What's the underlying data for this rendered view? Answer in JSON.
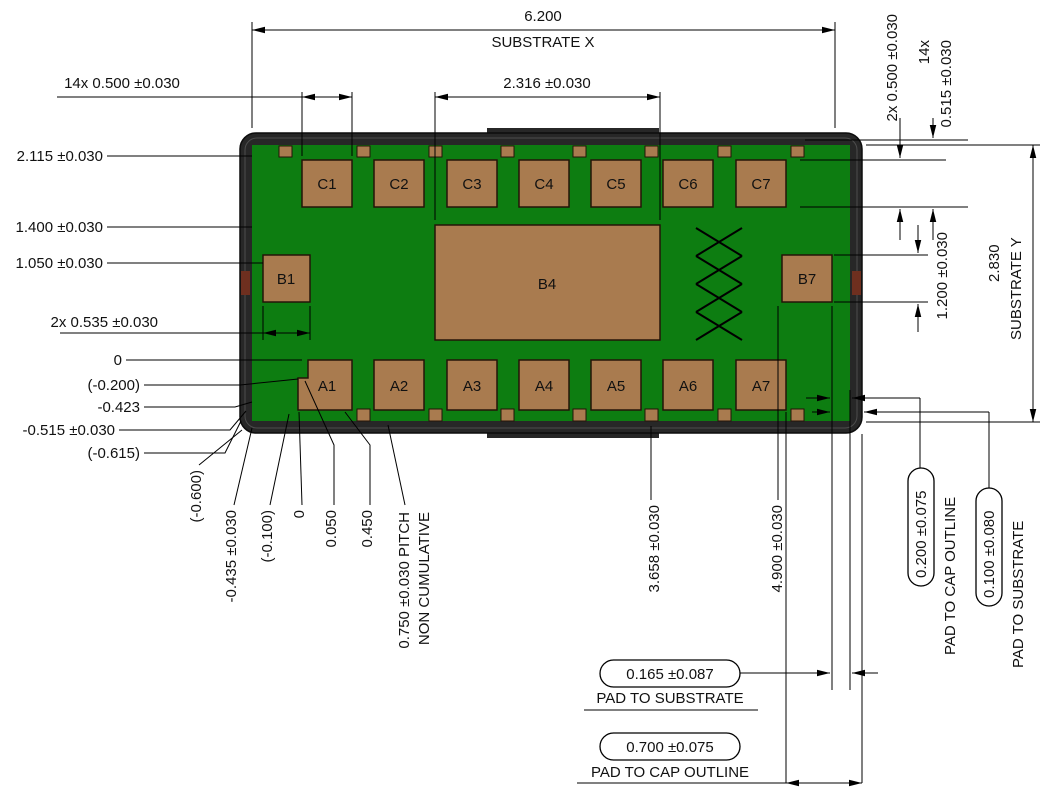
{
  "package": {
    "pads": {
      "c": [
        "C1",
        "C2",
        "C3",
        "C4",
        "C5",
        "C6",
        "C7"
      ],
      "b": [
        "B1",
        "B4",
        "B7"
      ],
      "a": [
        "A1",
        "A2",
        "A3",
        "A4",
        "A5",
        "A6",
        "A7"
      ]
    },
    "colors": {
      "substrate": "#0d7d11",
      "pad": "#a97b4f",
      "cap": "#272727",
      "tab_dark": "#6e2f1f"
    }
  },
  "dims": {
    "top": {
      "substrate_x": "6.200",
      "substrate_x_label": "SUBSTRATE X",
      "pad_pitch_14x": "14x 0.500 ±0.030",
      "b4_width": "2.316 ±0.030"
    },
    "right_top": {
      "cap_pad": "2x 0.500 ±0.030",
      "count": "14x",
      "pad_len": "0.515 ±0.030"
    },
    "left": {
      "dim_2115": "2.115 ±0.030",
      "dim_1400": "1.400 ±0.030",
      "dim_1050": "1.050 ±0.030",
      "dim_b1": "2x 0.535 ±0.030",
      "datum_0": "0",
      "dim_m0200": "(-0.200)",
      "dim_m0423": "-0.423",
      "dim_m0515": "-0.515 ±0.030",
      "dim_m0615": "(-0.615)"
    },
    "right": {
      "dim_1200": "1.200 ±0.030",
      "substrate_y": "2.830",
      "substrate_y_label": "SUBSTRATE Y",
      "pad_to_cap_value": "0.200 ±0.075",
      "pad_to_cap_label": "PAD TO CAP OUTLINE",
      "pad_to_substrate_value": "0.100 ±0.080",
      "pad_to_substrate_label": "PAD TO SUBSTRATE"
    },
    "bottom": {
      "dim_m0600": "(-0.600)",
      "dim_m0435": "-0.435 ±0.030",
      "dim_m0100": "(-0.100)",
      "datum_0": "0",
      "dim_0050": "0.050",
      "dim_0450": "0.450",
      "pitch_line1": "0.750 ±0.030 PITCH",
      "pitch_line2": "NON CUMULATIVE",
      "dim_3658": "3.658 ±0.030",
      "dim_4900": "4.900 ±0.030",
      "pad_to_substrate_value": "0.165 ±0.087",
      "pad_to_substrate_label": "PAD TO SUBSTRATE",
      "pad_to_cap_value": "0.700 ±0.075",
      "pad_to_cap_label": "PAD TO CAP OUTLINE"
    }
  }
}
